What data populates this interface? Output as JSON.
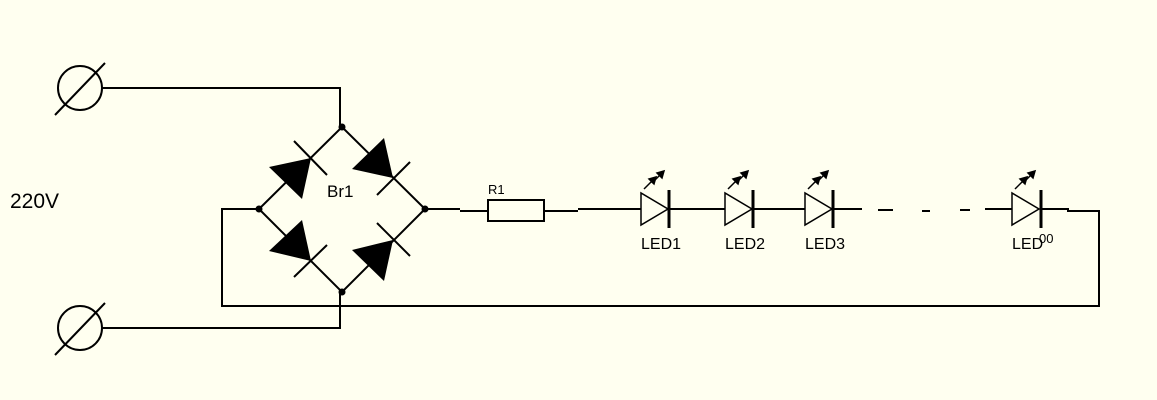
{
  "supply_label": "220V",
  "bridge_label": "Br1",
  "resistor_label": "R1",
  "leds": [
    "LED1",
    "LED2",
    "LED3"
  ],
  "last_led": {
    "prefix": "LED",
    "suffix": "00"
  },
  "colors": {
    "background": "#fffff0",
    "ink": "#000000"
  }
}
